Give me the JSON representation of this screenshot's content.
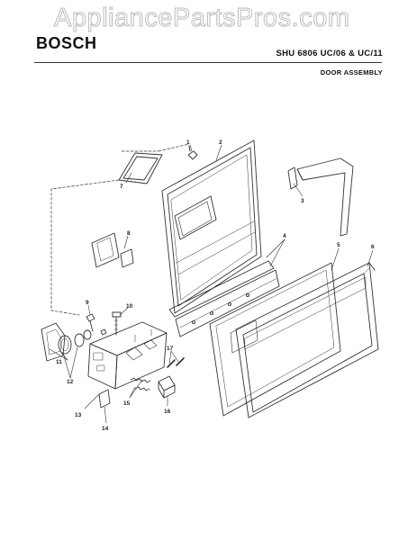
{
  "watermark": "AppliancePartsPros.com",
  "header": {
    "brand": "BOSCH",
    "model": "SHU 6806 UC/06 & UC/11",
    "section": "DOOR ASSEMBLY"
  },
  "callouts": [
    "1",
    "2",
    "3",
    "4",
    "5",
    "6",
    "7",
    "8",
    "9",
    "10",
    "11",
    "12",
    "13",
    "14",
    "15",
    "16",
    "17"
  ]
}
